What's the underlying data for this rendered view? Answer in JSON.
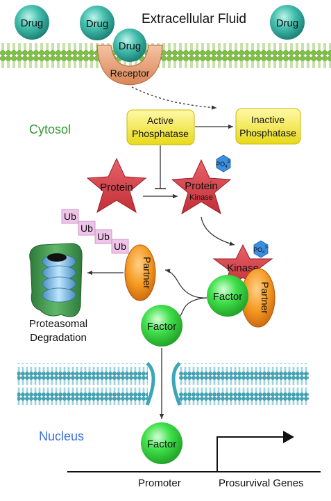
{
  "regions": {
    "extracellular": "Extracellular Fluid",
    "cytosol": "Cytosol",
    "nucleus": "Nucleus"
  },
  "molecules": {
    "drug": "Drug",
    "receptor": "Receptor",
    "active_phosphatase": [
      "Active",
      "Phosphatase"
    ],
    "inactive_phosphatase": [
      "Inactive",
      "Phosphatase"
    ],
    "protein": "Protein",
    "protein_kinase": [
      "Protein",
      "Kinase"
    ],
    "kinase": "Kinase",
    "phosphate": "PO",
    "phosphate_sub": "4",
    "phosphate_sup": "3-",
    "ubiquitin": "Ub",
    "partner": "Partner",
    "factor": "Factor"
  },
  "labels": {
    "proteasomal": [
      "Proteasomal",
      "Degradation"
    ],
    "promoter": "Promoter",
    "prosurvival_genes": "Prosurvival Genes"
  },
  "colors": {
    "drug": "#2fa89a",
    "receptor": "#e8a27a",
    "phosphatase": "#f2ea2e",
    "protein_star": "#d9434a",
    "factor": "#3fd94a",
    "partner": "#f08a1a",
    "ubiquitin": "#f0c4ea",
    "phosphate": "#3a8fe0",
    "membrane": "#7fc241",
    "nuclear_membrane": "#3aa6b8",
    "cytosol_label": "#2e9a2e",
    "nucleus_label": "#3a6fe0"
  }
}
